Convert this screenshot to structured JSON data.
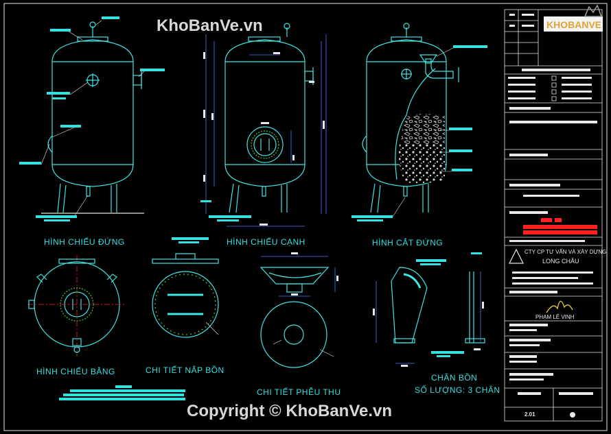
{
  "watermark_top": "KhoBanVe.vn",
  "watermark_bottom": "Copyright © KhoBanVe.vn",
  "logo_text": "KHOBANVE",
  "views": {
    "front": "HÌNH CHIẾU ĐỨNG",
    "side": "HÌNH CHIẾU CẠNH",
    "section": "HÌNH CẮT ĐỨNG",
    "top": "HÌNH CHIẾU BẰNG",
    "lid": "CHI TIẾT NẮP BỒN",
    "funnel": "CHI TIẾT PHỄU THU",
    "legs_title": "CHÂN BỒN",
    "legs_qty": "SỐ LƯỢNG: 3 CHÂN"
  },
  "title_block": {
    "company": "CTY CP TƯ VẤN VÀ XÂY DỰNG",
    "company_name": "LONG CHÂU",
    "designer": "PHẠM LÊ VINH",
    "sheet": "2.01"
  },
  "colors": {
    "background": "#000000",
    "outline": "#3fe6e6",
    "label": "#35e0e0",
    "dimension": "#4a78ff",
    "filter_media": "#d8d8d8",
    "green": "#3fcf3f",
    "red": "#ff2020",
    "frame": "#e8e8e8"
  }
}
